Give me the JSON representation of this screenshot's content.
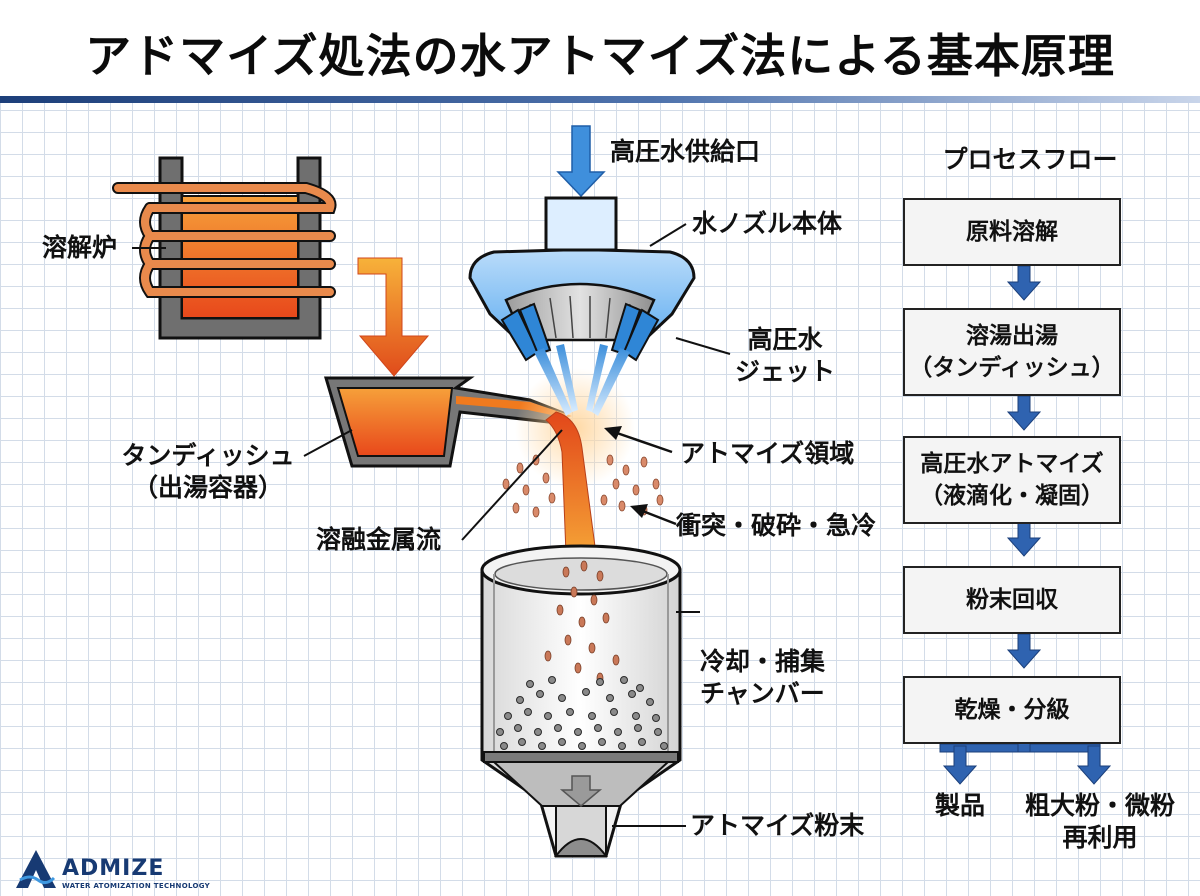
{
  "title": "アドマイズ処法の水アトマイズ法による基本原理",
  "labels": {
    "furnace": "溶解炉",
    "water_inlet": "高圧水供給口",
    "nozzle_body": "水ノズル本体",
    "water_jet_line1": "高圧水",
    "water_jet_line2": "ジェット",
    "tundish_line1": "タンディッシュ",
    "tundish_line2": "（出湯容器）",
    "atomize_zone": "アトマイズ領域",
    "impact": "衝突・破砕・急冷",
    "metal_stream": "溶融金属流",
    "chamber_line1": "冷却・捕集",
    "chamber_line2": "チャンバー",
    "powder": "アトマイズ粉末"
  },
  "flow": {
    "heading": "プロセスフロー",
    "steps": [
      "原料溶解",
      "溶湯出湯\n（タンディッシュ）",
      "高圧水アトマイズ\n（液滴化・凝固）",
      "粉末回収",
      "乾燥・分級"
    ],
    "outputs": [
      "製品",
      "粗大粉・微粉\n再利用"
    ]
  },
  "logo": {
    "name": "ADMIZE",
    "tagline": "WATER ATOMIZATION TECHNOLOGY"
  },
  "colors": {
    "accent_blue": "#2f63b0",
    "molten": "#f07a1e",
    "water": "#3f98e0"
  }
}
